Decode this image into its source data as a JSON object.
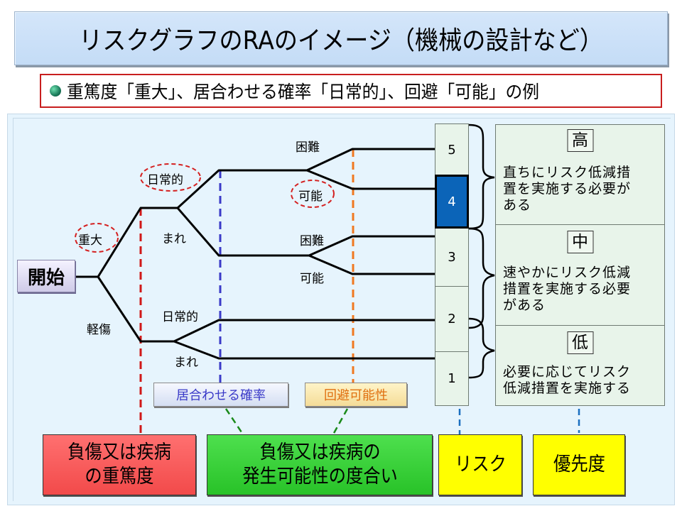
{
  "title": "リスクグラフのRAのイメージ（機械の設計など）",
  "subtitle": {
    "bullet_icon": "green-globe-bullet",
    "text": "重篤度「重大」、居合わせる確率「日常的」、回避「可能」の例"
  },
  "tree": {
    "start": "開始",
    "severity": {
      "high": "重大",
      "low": "軽傷"
    },
    "exposure": {
      "upper_frequent": "日常的",
      "upper_rare": "まれ",
      "lower_frequent": "日常的",
      "lower_rare": "まれ"
    },
    "avoidance": {
      "a_difficult": "困難",
      "a_possible": "可能",
      "b_difficult": "困難",
      "b_possible": "可能"
    },
    "highlighted_path": [
      "重大",
      "日常的",
      "可能",
      "4"
    ]
  },
  "risk_levels": [
    "5",
    "4",
    "3",
    "2",
    "1"
  ],
  "selected_risk": "4",
  "priorities": [
    {
      "level": "高",
      "description": "直ちにリスク低減措置を実施する必要がある",
      "lines": [
        "直ちにリスク低減措",
        "置を実施する必要が",
        "ある"
      ]
    },
    {
      "level": "中",
      "description": "速やかにリスク低減措置を実施する必要がある",
      "lines": [
        "速やかにリスク低減",
        "措置を実施する必要",
        "がある"
      ]
    },
    {
      "level": "低",
      "description": "必要に応じてリスク低減措置を実施する",
      "lines": [
        "必要に応じてリスク",
        "低減措置を実施する"
      ]
    }
  ],
  "factor_tags": {
    "exposure": "居合わせる確率",
    "avoidance": "回避可能性"
  },
  "bottom_labels": {
    "severity": "負傷又は疾病\nの重篤度",
    "likelihood": "負傷又は疾病の\n発生可能性の度合い",
    "risk": "リスク",
    "priority": "優先度"
  },
  "colors": {
    "severity": "#f24a4a",
    "likelihood": "#28c228",
    "risk": "#ffff00",
    "priority": "#ffff00",
    "selected_risk": "#0b64b8",
    "highlight_circle": "#d42020",
    "severity_line": "#d01818",
    "exposure_line": "#3a3ac8",
    "avoidance_line": "#f07820",
    "connector_green": "#1a8a1a",
    "connector_blue": "#1a6fc0"
  }
}
